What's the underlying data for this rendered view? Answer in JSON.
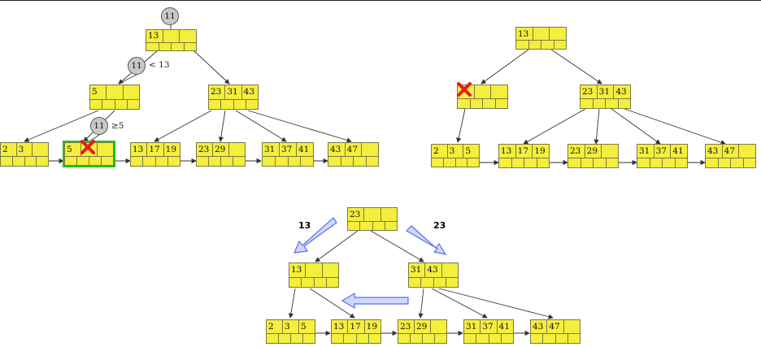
{
  "panel_top_left": {
    "query_top": "11",
    "query_mid": "11",
    "note_mid": "< 13",
    "query_low": "11",
    "note_low": "≥5",
    "root": [
      "13",
      "",
      ""
    ],
    "inner_left": [
      "5",
      "",
      ""
    ],
    "inner_right": [
      "23",
      "31",
      "43"
    ],
    "leaves": [
      [
        "2",
        "3",
        ""
      ],
      [
        "5",
        "",
        ""
      ],
      [
        "13",
        "17",
        "19"
      ],
      [
        "23",
        "29",
        ""
      ],
      [
        "31",
        "37",
        "41"
      ],
      [
        "43",
        "47",
        ""
      ]
    ]
  },
  "panel_top_right": {
    "root": [
      "13",
      "",
      ""
    ],
    "inner_left": [
      "",
      "",
      ""
    ],
    "inner_right": [
      "23",
      "31",
      "43"
    ],
    "leaves": [
      [
        "2",
        "3",
        "5"
      ],
      [
        "13",
        "17",
        "19"
      ],
      [
        "23",
        "29",
        ""
      ],
      [
        "31",
        "37",
        "41"
      ],
      [
        "43",
        "47",
        ""
      ]
    ]
  },
  "panel_bottom": {
    "label_left": "13",
    "label_right": "23",
    "root": [
      "23",
      "",
      ""
    ],
    "inner_left": [
      "13",
      "",
      ""
    ],
    "inner_right": [
      "31",
      "43",
      ""
    ],
    "leaves": [
      [
        "2",
        "3",
        "5"
      ],
      [
        "13",
        "17",
        "19"
      ],
      [
        "23",
        "29",
        ""
      ],
      [
        "31",
        "37",
        "41"
      ],
      [
        "43",
        "47",
        ""
      ]
    ]
  },
  "colors": {
    "node_fill": "#f4ee3c",
    "highlight": "#1fc21f",
    "delete_mark": "#e41b1b",
    "move_arrow": "#5b6ee6"
  },
  "icons": [
    "delete-x-icon",
    "move-arrow-icon"
  ]
}
